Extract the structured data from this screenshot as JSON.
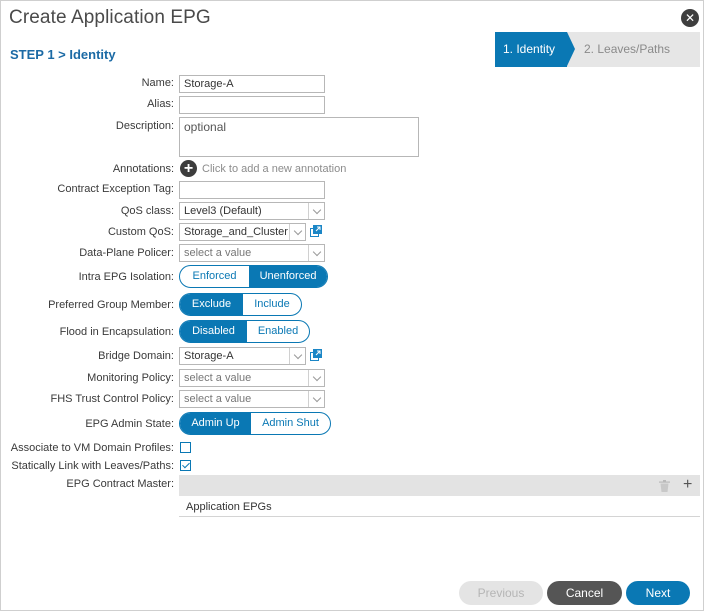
{
  "dialog": {
    "title": "Create Application EPG",
    "step_heading": "STEP 1 > Identity",
    "close_label": "✕"
  },
  "wizard": {
    "steps": [
      {
        "label": "1. Identity",
        "active": true
      },
      {
        "label": "2. Leaves/Paths",
        "active": false
      }
    ]
  },
  "form": {
    "name": {
      "label": "Name:",
      "value": "Storage-A"
    },
    "alias": {
      "label": "Alias:",
      "value": ""
    },
    "description": {
      "label": "Description:",
      "placeholder": "optional"
    },
    "annotations": {
      "label": "Annotations:",
      "hint": "Click to add a new annotation"
    },
    "contract_exception_tag": {
      "label": "Contract Exception Tag:",
      "value": ""
    },
    "qos_class": {
      "label": "QoS class:",
      "value": "Level3 (Default)"
    },
    "custom_qos": {
      "label": "Custom QoS:",
      "value": "Storage_and_Cluster"
    },
    "data_plane_policer": {
      "label": "Data-Plane Policer:",
      "value": "select a value"
    },
    "intra_epg_isolation": {
      "label": "Intra EPG Isolation:",
      "options": [
        "Enforced",
        "Unenforced"
      ],
      "selected": "Unenforced"
    },
    "preferred_group_member": {
      "label": "Preferred Group Member:",
      "options": [
        "Exclude",
        "Include"
      ],
      "selected": "Exclude"
    },
    "flood_in_encapsulation": {
      "label": "Flood in Encapsulation:",
      "options": [
        "Disabled",
        "Enabled"
      ],
      "selected": "Disabled"
    },
    "bridge_domain": {
      "label": "Bridge Domain:",
      "value": "Storage-A"
    },
    "monitoring_policy": {
      "label": "Monitoring Policy:",
      "value": "select a value"
    },
    "fhs_trust_control_policy": {
      "label": "FHS Trust Control Policy:",
      "value": "select a value"
    },
    "epg_admin_state": {
      "label": "EPG Admin State:",
      "options": [
        "Admin Up",
        "Admin Shut"
      ],
      "selected": "Admin Up"
    },
    "associate_vm_domain": {
      "label": "Associate to VM Domain Profiles:",
      "checked": false
    },
    "statically_link": {
      "label": "Statically Link with Leaves/Paths:",
      "checked": true
    },
    "epg_contract_master": {
      "label": "EPG Contract Master:",
      "column_header": "Application EPGs"
    }
  },
  "footer": {
    "previous": "Previous",
    "cancel": "Cancel",
    "next": "Next"
  },
  "colors": {
    "accent": "#0a78b4",
    "step_heading": "#1b6aa5",
    "cancel_bg": "#555555",
    "disabled_bg": "#e4e4e4"
  },
  "icons": {
    "close": "close-icon",
    "add_annotation": "plus-circle-icon",
    "external_link": "open-external-icon",
    "trash": "trash-icon",
    "add_row": "plus-icon"
  }
}
